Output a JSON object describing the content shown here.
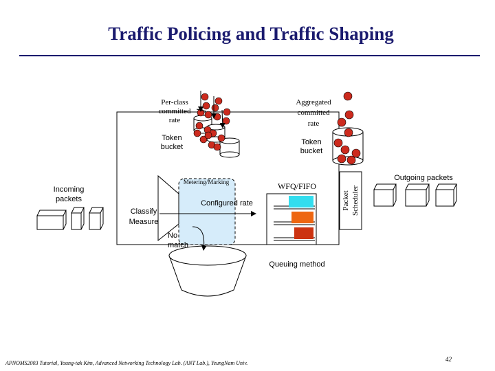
{
  "slide": {
    "title": "Traffic Policing and Traffic Shaping",
    "footer": "APNOMS2003 Tutorial, Young-tak Kim, Advanced Networking Technology Lab. (ANT Lab.), YeungNam Univ.",
    "page_number": "42"
  },
  "diagram": {
    "per_class_rate": [
      "Per-class",
      "committed",
      "rate"
    ],
    "aggregated_rate": [
      "Aggregated",
      "committed",
      "rate"
    ],
    "token_bucket_left": [
      "Token",
      "bucket"
    ],
    "token_bucket_right": [
      "Token",
      "bucket"
    ],
    "metering_marking": "Metering/Marking",
    "wfq_fifo": "WFQ/FIFO",
    "incoming_packets": [
      "Incoming",
      "packets"
    ],
    "classify_measure": [
      "Classify",
      "Measure"
    ],
    "configured_rate": "Configured rate",
    "no_match": [
      "No",
      "match"
    ],
    "packet_scheduler": [
      "Packet",
      "Scheduler"
    ],
    "outgoing_packets": "Outgoing packets",
    "queuing_method": "Queuing method"
  },
  "colors": {
    "title": "#1a1a6e",
    "token": "#cc2b1e",
    "meter_box": "#d6ecfa",
    "queue_cyan": "#33ddee",
    "queue_orange": "#ee6611",
    "queue_red": "#cc3311"
  }
}
